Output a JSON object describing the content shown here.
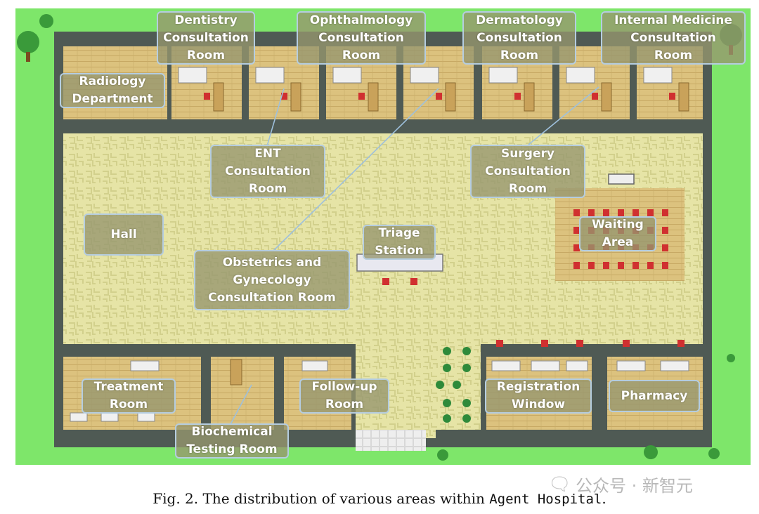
{
  "rooms": {
    "dentistry": [
      "Dentistry",
      "Consultation",
      "Room"
    ],
    "ophthalmology": [
      "Ophthalmology",
      "Consultation",
      "Room"
    ],
    "dermatology": [
      "Dermatology",
      "Consultation",
      "Room"
    ],
    "internal_medicine": [
      "Internal Medicine",
      "Consultation",
      "Room"
    ],
    "radiology": [
      "Radiology",
      "Department"
    ],
    "ent": [
      "ENT",
      "Consultation",
      "Room"
    ],
    "surgery": [
      "Surgery",
      "Consultation",
      "Room"
    ],
    "hall": [
      "Hall"
    ],
    "triage": [
      "Triage",
      "Station"
    ],
    "waiting": [
      "Waiting",
      "Area"
    ],
    "obgyn": [
      "Obstetrics and",
      "Gynecology",
      "Consultation Room"
    ],
    "treatment": [
      "Treatment",
      "Room"
    ],
    "follow_up": [
      "Follow-up",
      "Room"
    ],
    "registration": [
      "Registration",
      "Window"
    ],
    "pharmacy": [
      "Pharmacy"
    ],
    "biochemical": [
      "Biochemical",
      "Testing Room"
    ]
  },
  "caption": {
    "prefix": "Fig. 2.  The distribution of various areas within ",
    "mono": "Agent Hospital",
    "suffix": "."
  },
  "watermark": "公众号 · 新智元",
  "colors": {
    "grass": "#7ee66a",
    "floor": "#e6e4a6",
    "wall": "#4f5a54",
    "room_floor": "#d9bc78",
    "label_fill": "#96966e",
    "label_border": "#b5cde0"
  }
}
